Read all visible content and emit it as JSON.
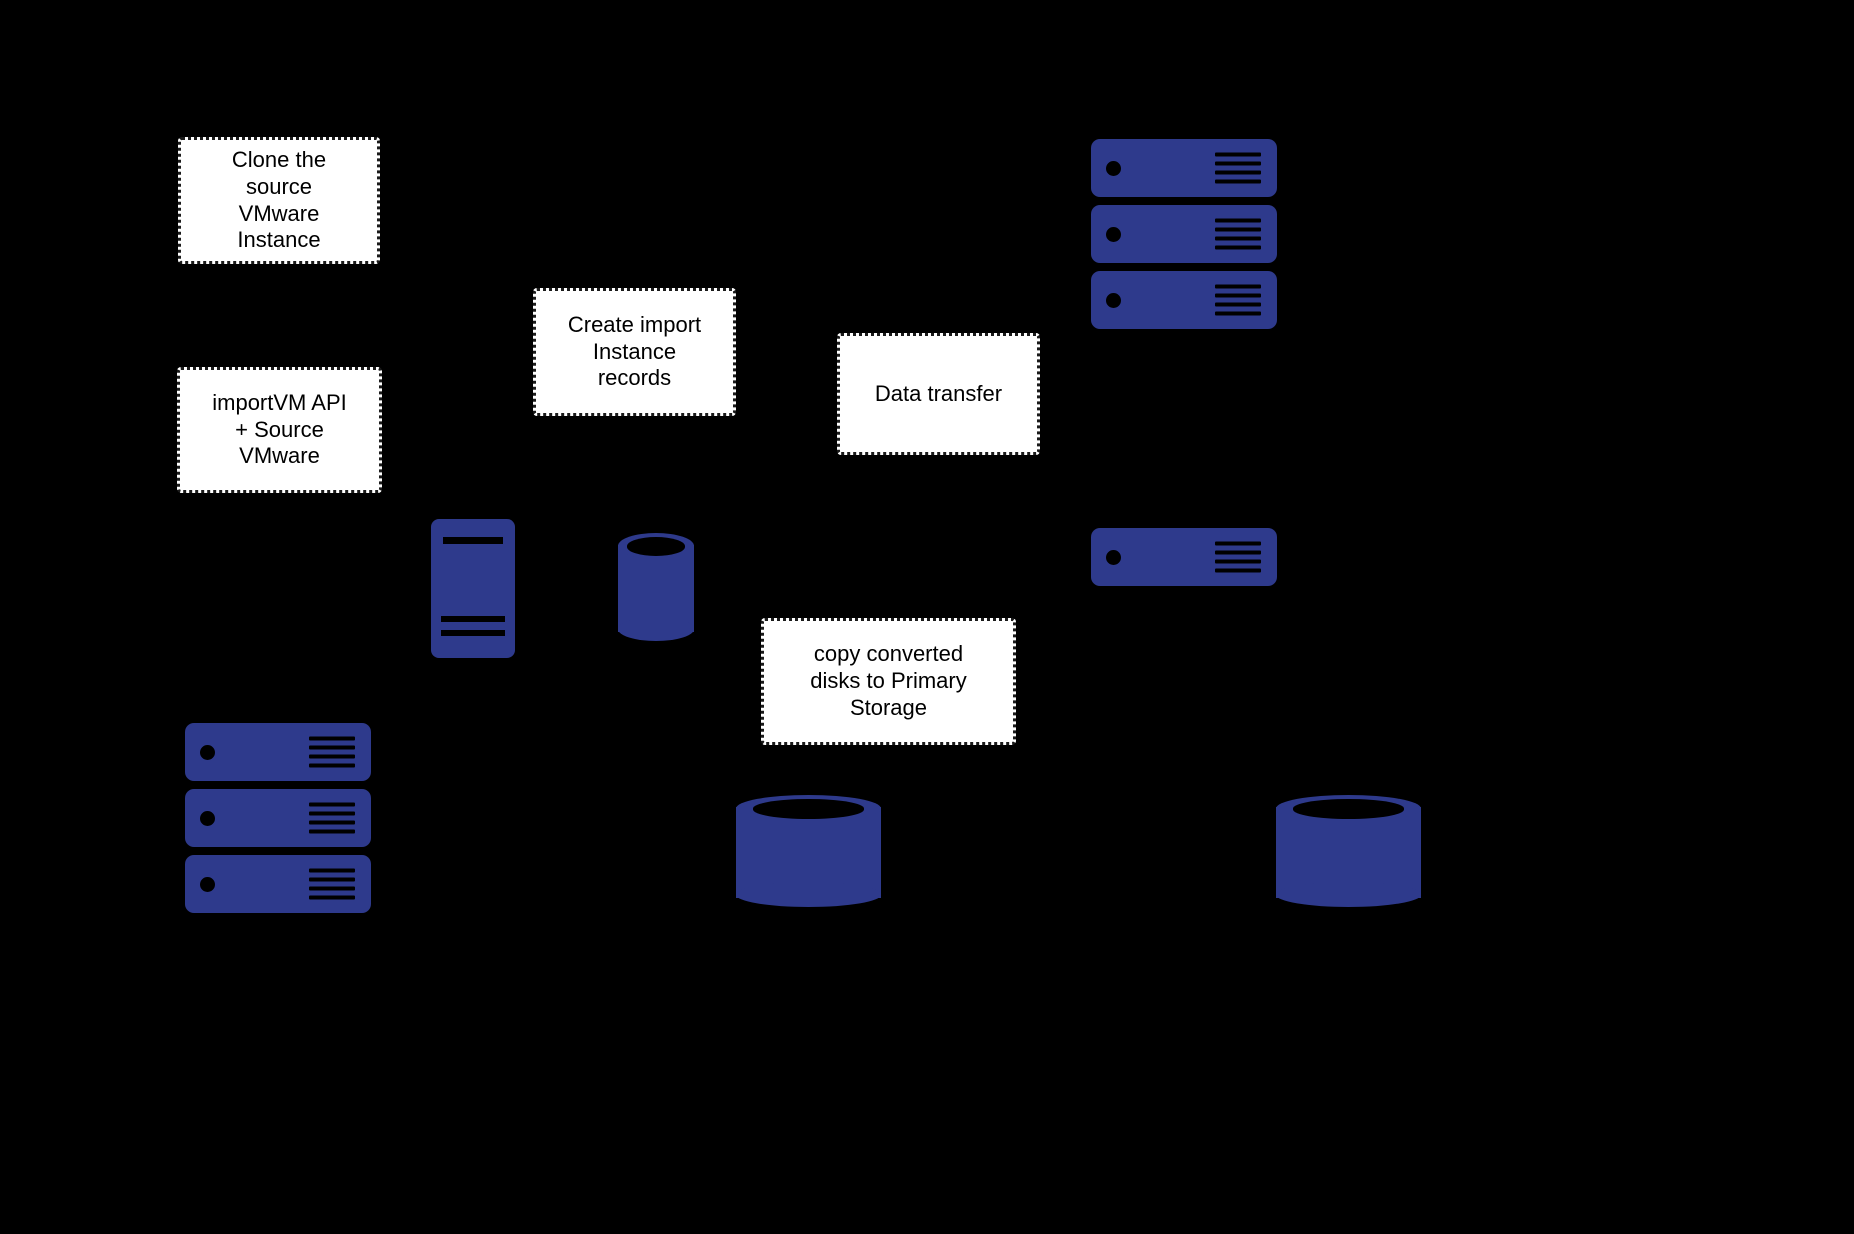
{
  "diagram": {
    "background_color": "#000000",
    "shape_color": "#2e3a8c",
    "note_fill": "#ffffff",
    "note_border": "#1a1a1a",
    "title": "",
    "notes": [
      {
        "id": "clone-source-vmware-instance",
        "text": "Clone the\nsource\nVMware\nInstance"
      },
      {
        "id": "importvm-api-source-vmware",
        "text": "importVM API\n+ Source\nVMware"
      },
      {
        "id": "create-import-instance-records",
        "text": "Create import\nInstance\nrecords"
      },
      {
        "id": "data-transfer",
        "text": "Data transfer"
      },
      {
        "id": "copy-converted-disks-to-primary-storage",
        "text": "copy converted\ndisks to Primary\nStorage"
      }
    ],
    "shapes": [
      {
        "id": "server-top-right-1",
        "kind": "server"
      },
      {
        "id": "server-top-right-2",
        "kind": "server"
      },
      {
        "id": "server-top-right-3",
        "kind": "server"
      },
      {
        "id": "server-mid-right-1",
        "kind": "server"
      },
      {
        "id": "server-bottom-left-1",
        "kind": "server"
      },
      {
        "id": "server-bottom-left-2",
        "kind": "server"
      },
      {
        "id": "server-bottom-left-3",
        "kind": "server"
      },
      {
        "id": "tower-appliance",
        "kind": "tower"
      },
      {
        "id": "cylinder-small-middle",
        "kind": "cylinder"
      },
      {
        "id": "cylinder-large-center-bottom",
        "kind": "cylinder"
      },
      {
        "id": "cylinder-large-bottom-right",
        "kind": "cylinder"
      }
    ]
  }
}
